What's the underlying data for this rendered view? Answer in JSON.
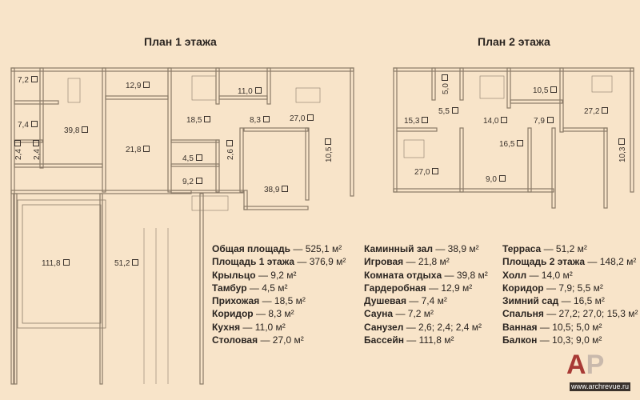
{
  "plan1": {
    "title": "План 1 этажа",
    "rooms": [
      "7,2",
      "12,9",
      "11,0",
      "7,4",
      "39,8",
      "18,5",
      "8,3",
      "27,0",
      "21,8",
      "4,5",
      "2,6",
      "2,4",
      "2,4",
      "10,5",
      "9,2",
      "38,9",
      "111,8",
      "51,2"
    ]
  },
  "plan2": {
    "title": "План 2 этажа",
    "rooms": [
      "5,0",
      "10,5",
      "5,5",
      "15,3",
      "14,0",
      "7,9",
      "27,2",
      "16,5",
      "10,3",
      "27,0",
      "9,0"
    ]
  },
  "legend": [
    [
      {
        "name": "Общая площадь",
        "value": "— 525,1 м²"
      },
      {
        "name": "Площадь 1 этажа",
        "value": "— 376,9 м²"
      },
      {
        "name": "Крыльцо",
        "value": "— 9,2 м²"
      },
      {
        "name": "Тамбур",
        "value": "— 4,5 м²"
      },
      {
        "name": "Прихожая",
        "value": "— 18,5 м²"
      },
      {
        "name": "Коридор",
        "value": "— 8,3 м²"
      },
      {
        "name": "Кухня",
        "value": "— 11,0 м²"
      },
      {
        "name": "Столовая",
        "value": "— 27,0 м²"
      }
    ],
    [
      {
        "name": "Каминный зал",
        "value": "— 38,9 м²"
      },
      {
        "name": "Игровая",
        "value": "— 21,8 м²"
      },
      {
        "name": "Комната отдыха",
        "value": "— 39,8 м²"
      },
      {
        "name": "Гардеробная",
        "value": "— 12,9 м²"
      },
      {
        "name": "Душевая",
        "value": "— 7,4 м²"
      },
      {
        "name": "Сауна",
        "value": "— 7,2 м²"
      },
      {
        "name": "Санузел",
        "value": "— 2,6; 2,4; 2,4 м²"
      },
      {
        "name": "Бассейн",
        "value": "— 111,8 м²"
      }
    ],
    [
      {
        "name": "Терраса",
        "value": "— 51,2 м²"
      },
      {
        "name": "Площадь 2 этажа",
        "value": "— 148,2 м²"
      },
      {
        "name": "Холл",
        "value": "— 14,0 м²"
      },
      {
        "name": "Коридор",
        "value": "— 7,9; 5,5 м²"
      },
      {
        "name": "Зимний сад",
        "value": "— 16,5 м²"
      },
      {
        "name": "Спальня",
        "value": "— 27,2; 27,0; 15,3 м²"
      },
      {
        "name": "Ванная",
        "value": "— 10,5; 5,0 м²"
      },
      {
        "name": "Балкон",
        "value": "— 10,3; 9,0 м²"
      }
    ]
  ],
  "logo": {
    "text": "АР",
    "url": "www.archrevue.ru"
  }
}
